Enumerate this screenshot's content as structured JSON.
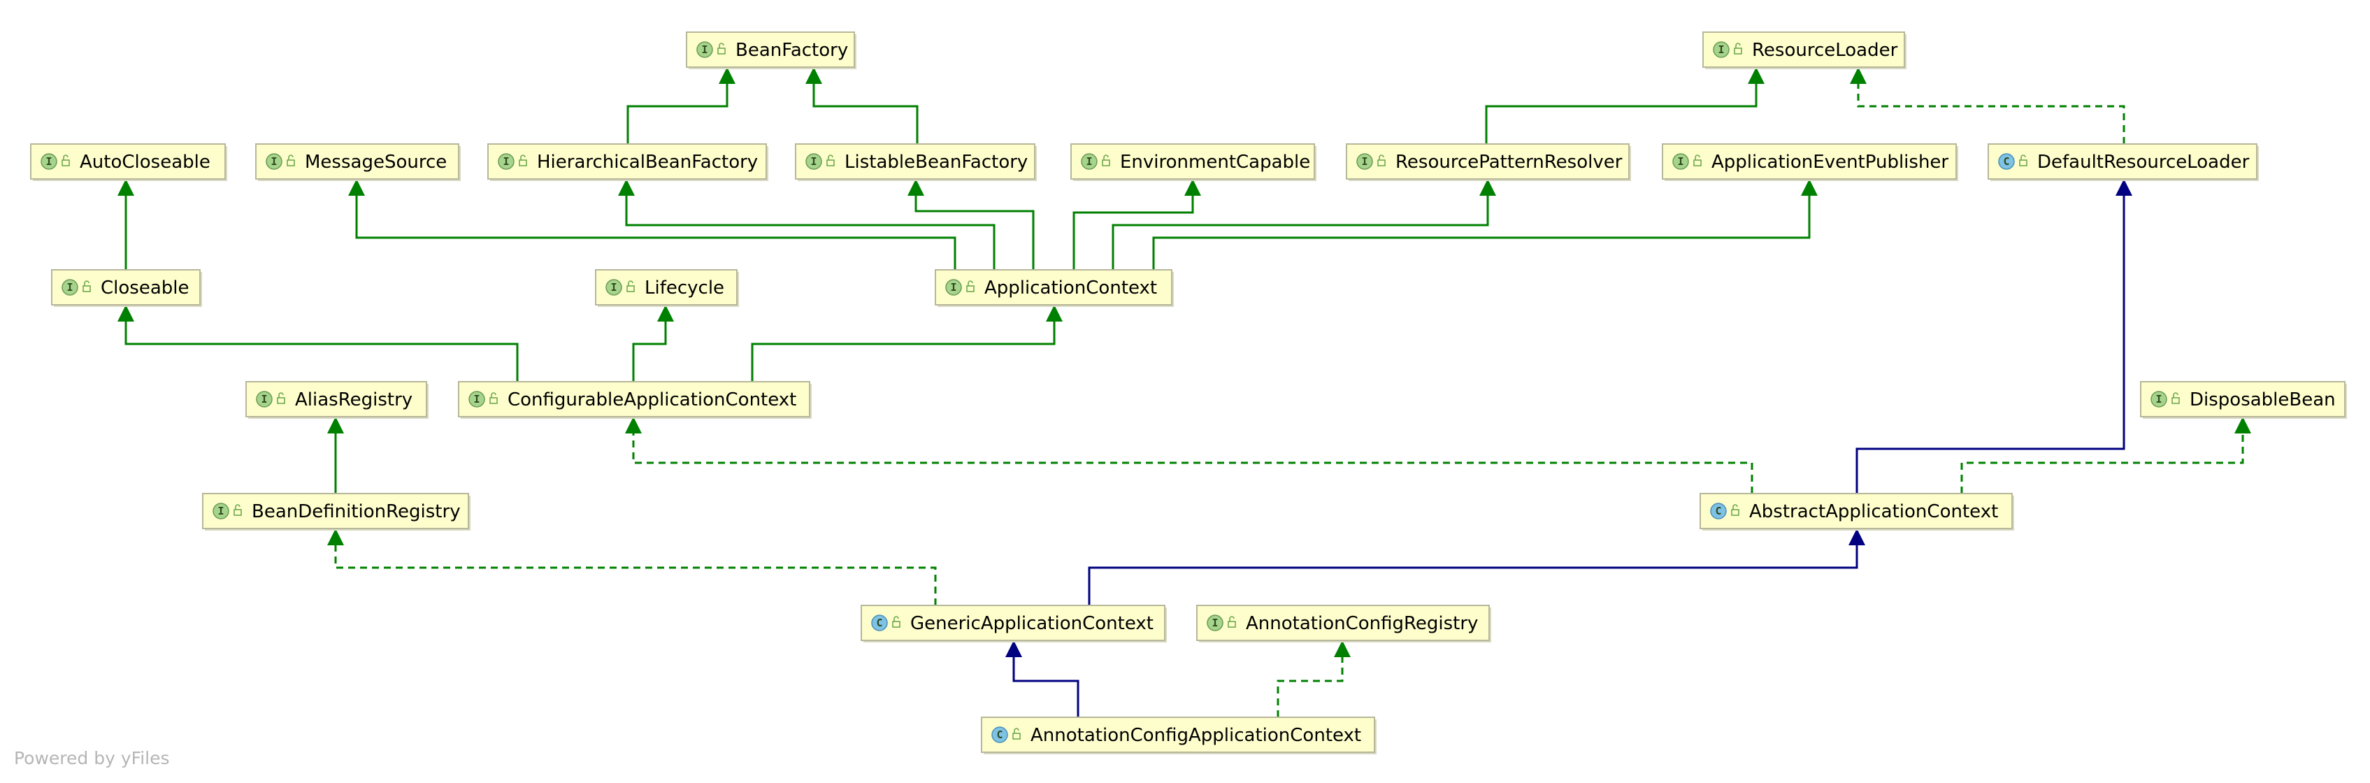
{
  "colors": {
    "extends": "#000080",
    "implements": "#008000",
    "node_fill": "#fefecd",
    "node_border": "#b7b79a"
  },
  "nodes": {
    "beanfactory": {
      "label": "BeanFactory",
      "kind": "I"
    },
    "resourceloader": {
      "label": "ResourceLoader",
      "kind": "I"
    },
    "autocloseable": {
      "label": "AutoCloseable",
      "kind": "I"
    },
    "messagesource": {
      "label": "MessageSource",
      "kind": "I"
    },
    "hierarchical": {
      "label": "HierarchicalBeanFactory",
      "kind": "I"
    },
    "listable": {
      "label": "ListableBeanFactory",
      "kind": "I"
    },
    "envcapable": {
      "label": "EnvironmentCapable",
      "kind": "I"
    },
    "respattern": {
      "label": "ResourcePatternResolver",
      "kind": "I"
    },
    "eventpublisher": {
      "label": "ApplicationEventPublisher",
      "kind": "I"
    },
    "defaultresloader": {
      "label": "DefaultResourceLoader",
      "kind": "C"
    },
    "closeable": {
      "label": "Closeable",
      "kind": "I"
    },
    "lifecycle": {
      "label": "Lifecycle",
      "kind": "I"
    },
    "appcontext": {
      "label": "ApplicationContext",
      "kind": "I"
    },
    "aliasregistry": {
      "label": "AliasRegistry",
      "kind": "I"
    },
    "configappctx": {
      "label": "ConfigurableApplicationContext",
      "kind": "I"
    },
    "disposablebean": {
      "label": "DisposableBean",
      "kind": "I"
    },
    "beandefregistry": {
      "label": "BeanDefinitionRegistry",
      "kind": "I"
    },
    "abstractappctx": {
      "label": "AbstractApplicationContext",
      "kind": "C"
    },
    "genericappctx": {
      "label": "GenericApplicationContext",
      "kind": "C"
    },
    "annotconfigreg": {
      "label": "AnnotationConfigRegistry",
      "kind": "I"
    },
    "annotconfigappctx": {
      "label": "AnnotationConfigApplicationContext",
      "kind": "C"
    }
  },
  "edges": [
    {
      "from": "hierarchical",
      "to": "beanfactory",
      "type": "extends-interface"
    },
    {
      "from": "listable",
      "to": "beanfactory",
      "type": "extends-interface"
    },
    {
      "from": "respattern",
      "to": "resourceloader",
      "type": "extends-interface"
    },
    {
      "from": "defaultresloader",
      "to": "resourceloader",
      "type": "implements"
    },
    {
      "from": "closeable",
      "to": "autocloseable",
      "type": "extends-interface"
    },
    {
      "from": "appcontext",
      "to": "messagesource",
      "type": "extends-interface"
    },
    {
      "from": "appcontext",
      "to": "hierarchical",
      "type": "extends-interface"
    },
    {
      "from": "appcontext",
      "to": "listable",
      "type": "extends-interface"
    },
    {
      "from": "appcontext",
      "to": "envcapable",
      "type": "extends-interface"
    },
    {
      "from": "appcontext",
      "to": "respattern",
      "type": "extends-interface"
    },
    {
      "from": "appcontext",
      "to": "eventpublisher",
      "type": "extends-interface"
    },
    {
      "from": "configappctx",
      "to": "closeable",
      "type": "extends-interface"
    },
    {
      "from": "configappctx",
      "to": "lifecycle",
      "type": "extends-interface"
    },
    {
      "from": "configappctx",
      "to": "appcontext",
      "type": "extends-interface"
    },
    {
      "from": "beandefregistry",
      "to": "aliasregistry",
      "type": "extends-interface"
    },
    {
      "from": "abstractappctx",
      "to": "configappctx",
      "type": "implements"
    },
    {
      "from": "abstractappctx",
      "to": "defaultresloader",
      "type": "extends"
    },
    {
      "from": "abstractappctx",
      "to": "disposablebean",
      "type": "implements"
    },
    {
      "from": "genericappctx",
      "to": "beandefregistry",
      "type": "implements"
    },
    {
      "from": "genericappctx",
      "to": "abstractappctx",
      "type": "extends"
    },
    {
      "from": "annotconfigappctx",
      "to": "genericappctx",
      "type": "extends"
    },
    {
      "from": "annotconfigappctx",
      "to": "annotconfigreg",
      "type": "implements"
    }
  ],
  "footer": "Powered by yFiles"
}
